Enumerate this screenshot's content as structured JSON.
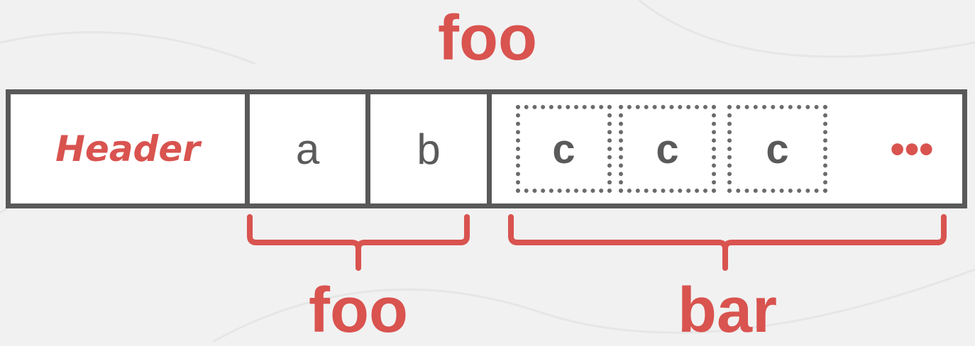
{
  "colors": {
    "accent": "#d9534f",
    "border": "#595959",
    "text_gray": "#5a5a5a",
    "background": "#f1f1f1",
    "cell_fill": "#ffffff"
  },
  "title": "foo",
  "header_cell": "Header",
  "cells": {
    "a": "a",
    "b": "b",
    "c1": "c",
    "c2": "c",
    "c3": "c",
    "ellipsis": "•••"
  },
  "labels": {
    "left": "foo",
    "right": "bar"
  }
}
